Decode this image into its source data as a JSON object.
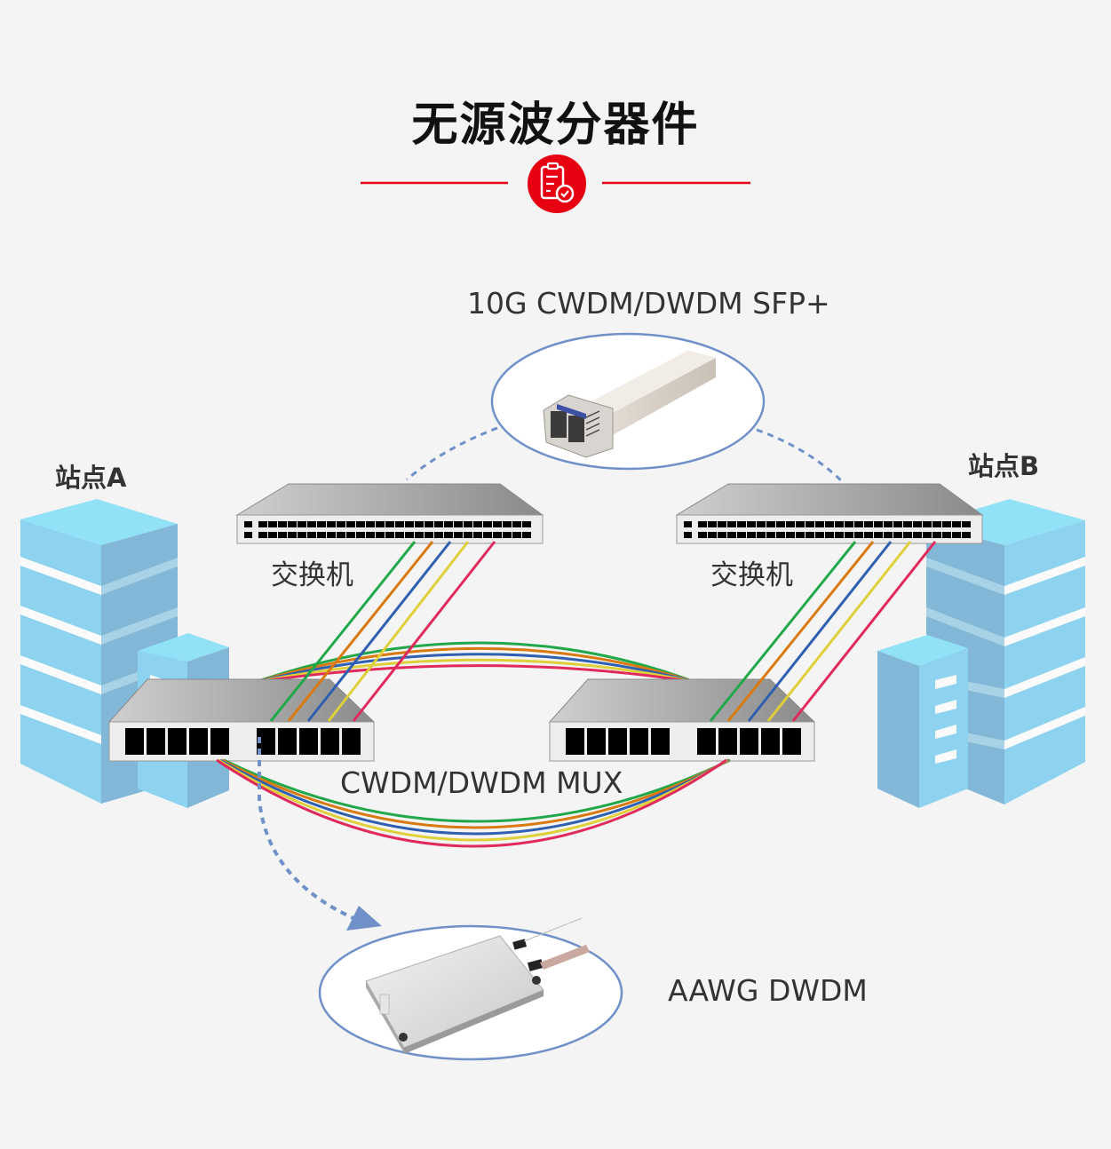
{
  "header": {
    "title": "无源波分器件",
    "badge_icon": "clipboard-check-icon",
    "accent_color": "#e60012"
  },
  "diagram": {
    "sfp_label": "10G CWDM/DWDM SFP+",
    "site_a_label": "站点A",
    "site_b_label": "站点B",
    "switch_left_label": "交换机",
    "switch_right_label": "交换机",
    "mux_label": "CWDM/DWDM MUX",
    "aawg_label": "AAWG DWDM",
    "fiber_colors": [
      "#22a84a",
      "#d97a10",
      "#2f5fb0",
      "#dfd03a",
      "#e02a5c"
    ],
    "building_color": "#8dd3ef",
    "connector_color": "#6f90c8"
  }
}
